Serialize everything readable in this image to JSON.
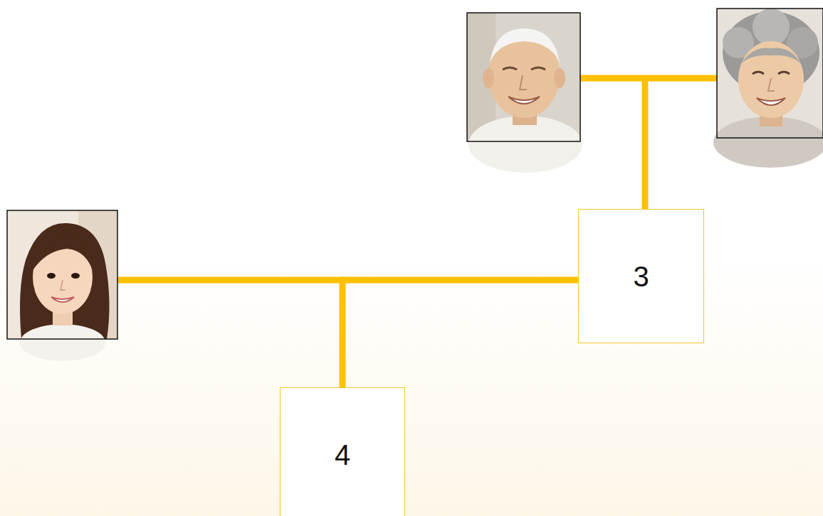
{
  "diagram": {
    "nodes": [
      {
        "text": [
          "3"
        ]
      },
      {
        "text": [
          "4"
        ]
      }
    ],
    "edges": [
      {
        "from": 0,
        "to": 1,
        "arrow": "none"
      }
    ]
  }
}
